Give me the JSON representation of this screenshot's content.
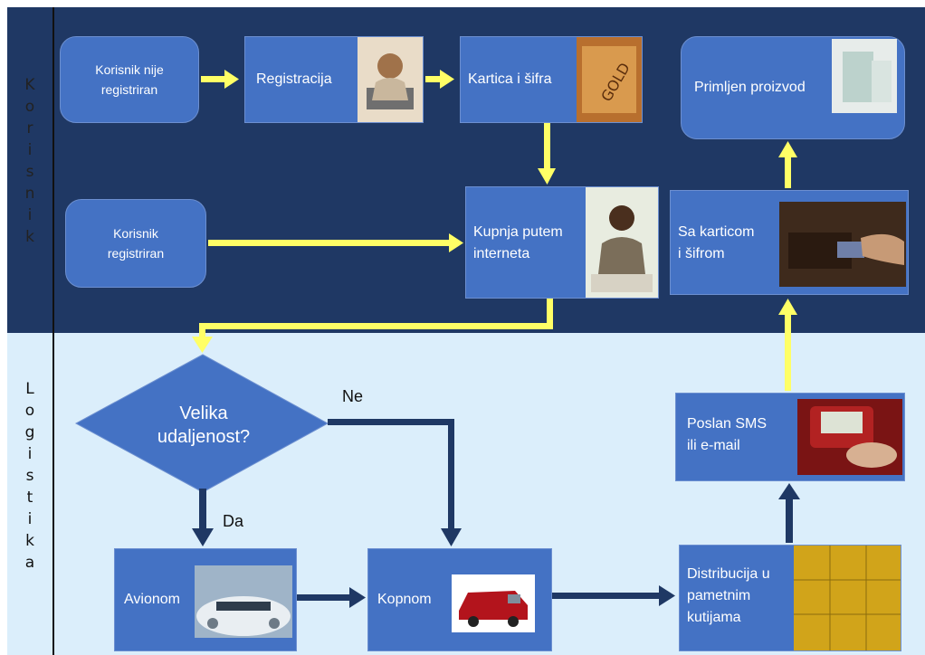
{
  "lanes": {
    "top": "Korisnik",
    "bottom": "Logistika"
  },
  "nodes": {
    "unregistered": "Korisnik nije\nregistriran",
    "registration": "Registracija",
    "card": "Kartica i šifra",
    "received": "Primljen proizvod",
    "registered": "Korisnik\nregistriran",
    "purchase": "Kupnja putem\ninterneta",
    "with_card": "Sa karticom\ni šifrom",
    "decision": "Velika\nudaljenost?",
    "sms": "Poslan SMS\nili e-mail",
    "plane": "Avionom",
    "land": "Kopnom",
    "distribution": "Distribucija u\npametnim\nkutijama"
  },
  "edge_labels": {
    "no": "Ne",
    "yes": "Da"
  },
  "colors": {
    "top_band": "#1f3864",
    "bottom_band": "#dbeefb",
    "box": "#4472c4",
    "arrow_top": "#ffff66",
    "arrow_bottom": "#1f3864"
  }
}
